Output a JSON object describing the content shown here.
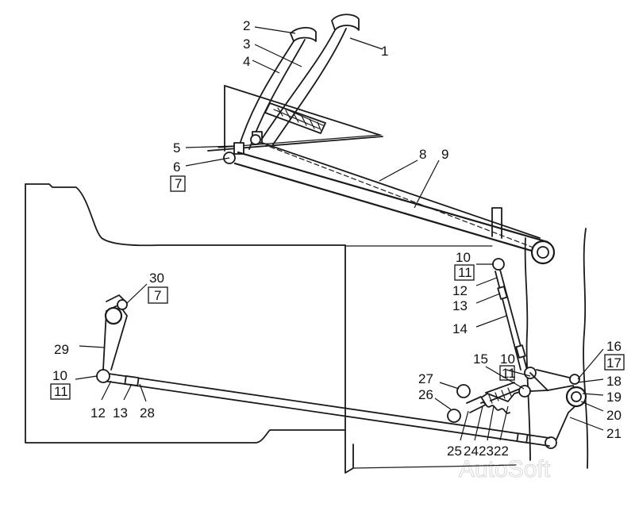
{
  "figure": {
    "watermark": "AutoSoft",
    "callouts": [
      {
        "id": "c1",
        "text": "1"
      },
      {
        "id": "c2",
        "text": "2"
      },
      {
        "id": "c3",
        "text": "3"
      },
      {
        "id": "c4",
        "text": "4"
      },
      {
        "id": "c5",
        "text": "5"
      },
      {
        "id": "c6",
        "text": "6"
      },
      {
        "id": "c7a",
        "text": "7"
      },
      {
        "id": "c8",
        "text": "8"
      },
      {
        "id": "c9",
        "text": "9"
      },
      {
        "id": "c10a",
        "text": "10"
      },
      {
        "id": "c11a",
        "text": "11"
      },
      {
        "id": "c12a",
        "text": "12"
      },
      {
        "id": "c13a",
        "text": "13"
      },
      {
        "id": "c14",
        "text": "14"
      },
      {
        "id": "c15",
        "text": "15"
      },
      {
        "id": "c10b",
        "text": "10"
      },
      {
        "id": "c11b",
        "text": "11"
      },
      {
        "id": "c16",
        "text": "16"
      },
      {
        "id": "c17",
        "text": "17"
      },
      {
        "id": "c18",
        "text": "18"
      },
      {
        "id": "c19",
        "text": "19"
      },
      {
        "id": "c20",
        "text": "20"
      },
      {
        "id": "c21",
        "text": "21"
      },
      {
        "id": "c22",
        "text": "22"
      },
      {
        "id": "c23",
        "text": "23"
      },
      {
        "id": "c24",
        "text": "24"
      },
      {
        "id": "c25",
        "text": "25"
      },
      {
        "id": "c26",
        "text": "26"
      },
      {
        "id": "c27",
        "text": "27"
      },
      {
        "id": "c28",
        "text": "28"
      },
      {
        "id": "c13b",
        "text": "13"
      },
      {
        "id": "c12b",
        "text": "12"
      },
      {
        "id": "c11c",
        "text": "11"
      },
      {
        "id": "c10c",
        "text": "10"
      },
      {
        "id": "c29",
        "text": "29"
      },
      {
        "id": "c30",
        "text": "30"
      },
      {
        "id": "c7b",
        "text": "7"
      }
    ]
  }
}
